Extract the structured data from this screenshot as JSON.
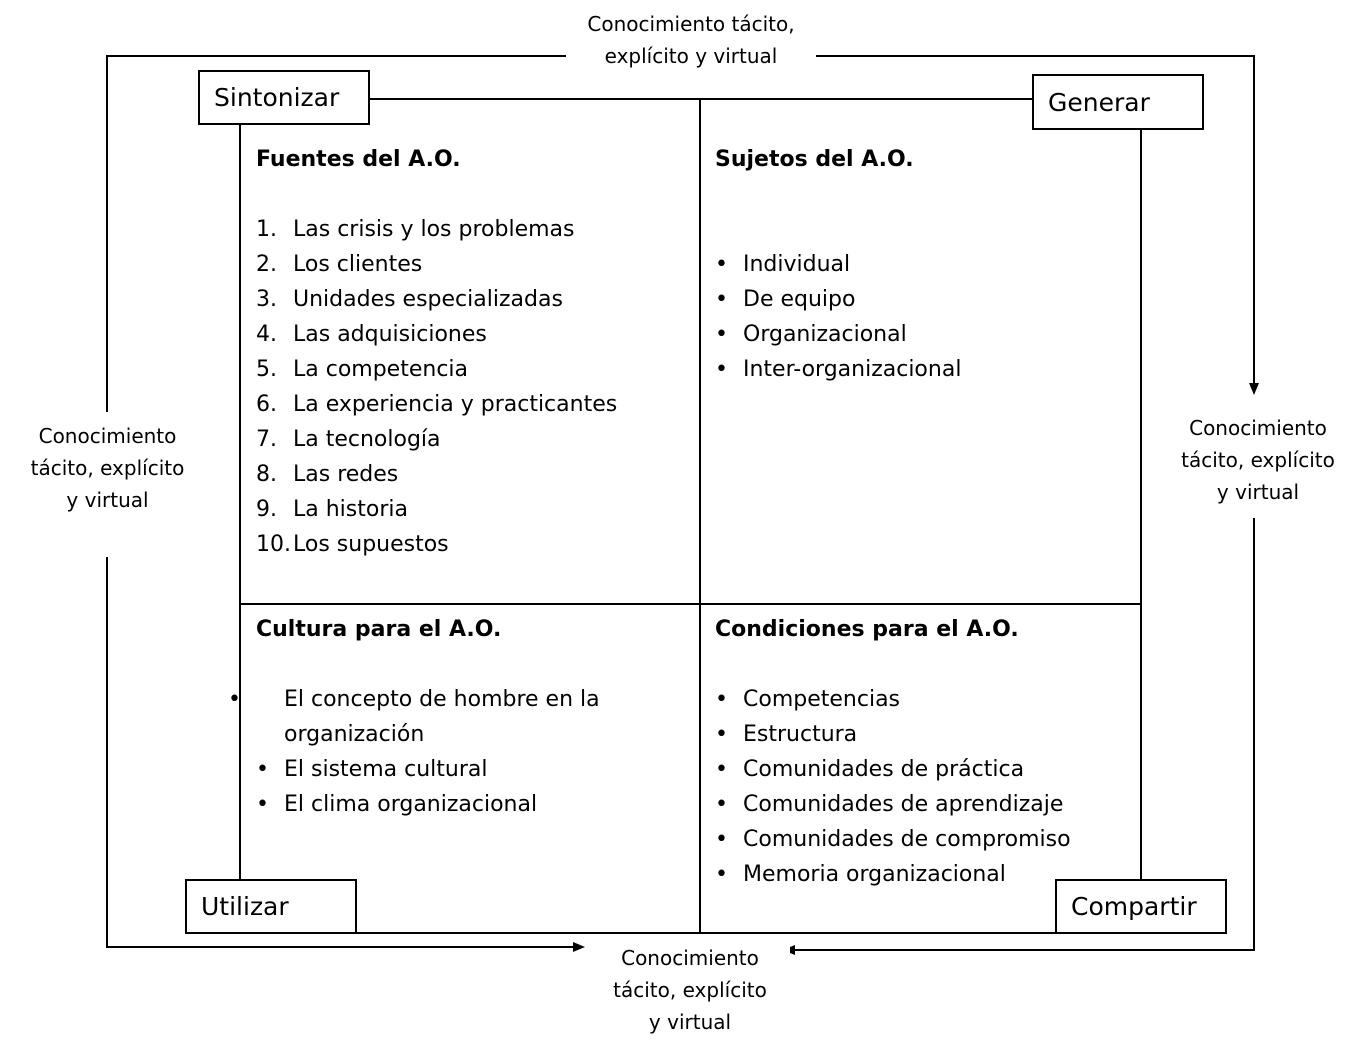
{
  "stages": {
    "tune": "Sintonizar",
    "generate": "Generar",
    "share": "Compartir",
    "use": "Utilizar"
  },
  "flows": {
    "top": [
      "Conocimiento tácito,",
      "explícito y virtual"
    ],
    "right": [
      "Conocimiento",
      "tácito, explícito",
      "y virtual"
    ],
    "bottom": [
      "Conocimiento",
      "tácito, explícito",
      "y virtual"
    ],
    "left": [
      "Conocimiento",
      "tácito, explícito",
      "y virtual"
    ]
  },
  "quadrants": {
    "sources": {
      "title": "Fuentes del A.O.",
      "items": [
        {
          "num": "1.",
          "text": "Las crisis y los problemas"
        },
        {
          "num": "2.",
          "text": "Los clientes"
        },
        {
          "num": "3.",
          "text": "Unidades especializadas"
        },
        {
          "num": "4.",
          "text": "Las adquisiciones"
        },
        {
          "num": "5.",
          "text": "La competencia"
        },
        {
          "num": "6.",
          "text": "La experiencia y practicantes"
        },
        {
          "num": "7.",
          "text": "La tecnología"
        },
        {
          "num": "8.",
          "text": "Las redes"
        },
        {
          "num": "9.",
          "text": "La historia"
        },
        {
          "num": "10.",
          "text": "Los supuestos"
        }
      ]
    },
    "subjects": {
      "title": "Sujetos del A.O.",
      "bullet": "•",
      "items": [
        "Individual",
        "De equipo",
        "Organizacional",
        "Inter-organizacional"
      ]
    },
    "culture": {
      "title": "Cultura para el A.O.",
      "bullet": "•",
      "items": [
        "El concepto de hombre en la organización",
        "El sistema cultural",
        "El clima organizacional"
      ]
    },
    "conditions": {
      "title": "Condiciones para el A.O.",
      "bullet": "•",
      "items": [
        "Competencias",
        "Estructura",
        "Comunidades de práctica",
        "Comunidades de aprendizaje",
        "Comunidades de compromiso",
        "Memoria organizacional"
      ]
    }
  }
}
